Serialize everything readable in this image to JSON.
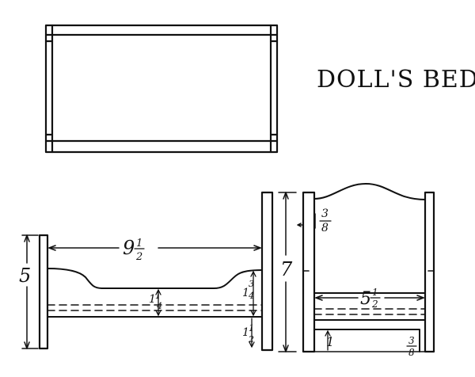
{
  "title": "DOLL'S BED",
  "side_view": {
    "overall_length": {
      "whole": "9",
      "num": "1",
      "den": "2"
    },
    "foot_height": "5",
    "head_height": "7",
    "shape_depth": {
      "whole": "1",
      "num": "1",
      "den": "4"
    },
    "foot_shape_depth": {
      "whole": "1",
      "num": "3",
      "den": "4"
    },
    "rail_width": {
      "whole": "1",
      "num": "1",
      "den": "2"
    }
  },
  "end_view": {
    "post_thickness": {
      "num": "3",
      "den": "8"
    },
    "inner_width": {
      "whole": "5",
      "num": "1",
      "den": "2"
    },
    "bottom_strip": "1",
    "bottom_thickness": {
      "num": "3",
      "den": "8"
    }
  }
}
